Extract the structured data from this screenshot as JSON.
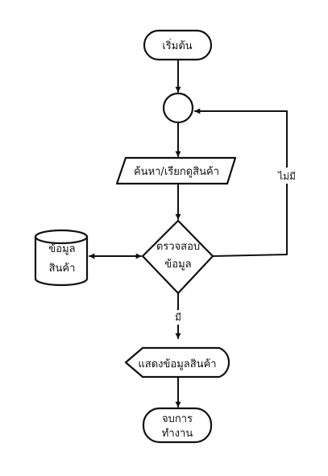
{
  "nodes": {
    "start": "เริ่มต้น",
    "search": "ค้นหา/เรียกดูสินค้า",
    "database_line1": "ข้อมูล",
    "database_line2": "สินค้า",
    "check_line1": "ตรวจสอบ",
    "check_line2": "ข้อมูล",
    "display": "แสดงข้อมูลสินค้า",
    "end_line1": "จบการ",
    "end_line2": "ทำงาน"
  },
  "edges": {
    "no_label": "ไม่มี",
    "yes_label": "มี"
  }
}
